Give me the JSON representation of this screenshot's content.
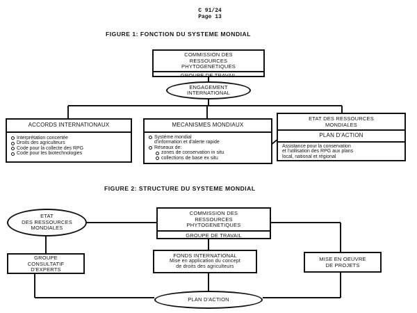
{
  "doc": {
    "ref": "C 91/24",
    "page": "Page 13"
  },
  "figure1": {
    "title": "FIGURE 1: FONCTION DU SYSTEME MONDIAL",
    "commission": [
      "COMMISSION DES",
      "RESSOURCES",
      "PHYTOGENETIQUES"
    ],
    "groupe": "GROUPE DE TRAVAIL",
    "engagement": [
      "ENGAGEMENT",
      "INTERNATIONAL"
    ],
    "accords": {
      "title": "ACCORDS INTERNATIONAUX",
      "items": [
        "Interprétation concertée",
        "Droits des agriculteurs",
        "Code pour la collecte des RPG",
        "Code pour les biotechnologies"
      ]
    },
    "mecanismes": {
      "title": "MECANISMES MONDIAUX",
      "item1": [
        "Système mondial",
        "d'information et d'alerte rapide"
      ],
      "item2": "Réseaux de:",
      "sub1": "zones de conservation in situ",
      "sub2": "collections de base ex situ"
    },
    "etat": [
      "ETAT DES RESSOURCES",
      "MONDIALES"
    ],
    "plan": {
      "title": "PLAN D'ACTION",
      "text": [
        "Assistance pour la conservation",
        "et l'utilisation des RPG aux plans",
        "local, national et régional"
      ]
    }
  },
  "figure2": {
    "title": "FIGURE 2:  STRUCTURE DU SYSTEME MONDIAL",
    "etat": [
      "ETAT",
      "DES RESSOURCES",
      "MONDIALES"
    ],
    "commission": [
      "COMMISSION DES",
      "RESSOURCES",
      "PHYTOGENETIQUES"
    ],
    "groupe": "GROUPE DE TRAVAIL",
    "consultatif": [
      "GROUPE",
      "CONSULTATIF",
      "D'EXPERTS"
    ],
    "fonds": [
      "FONDS INTERNATIONAL",
      "Mise en application du concept",
      "de droits des agriculteurs"
    ],
    "projets": [
      "MISE EN OEUVRE",
      "DE PROJETS"
    ],
    "plan": "PLAN D'ACTION"
  }
}
